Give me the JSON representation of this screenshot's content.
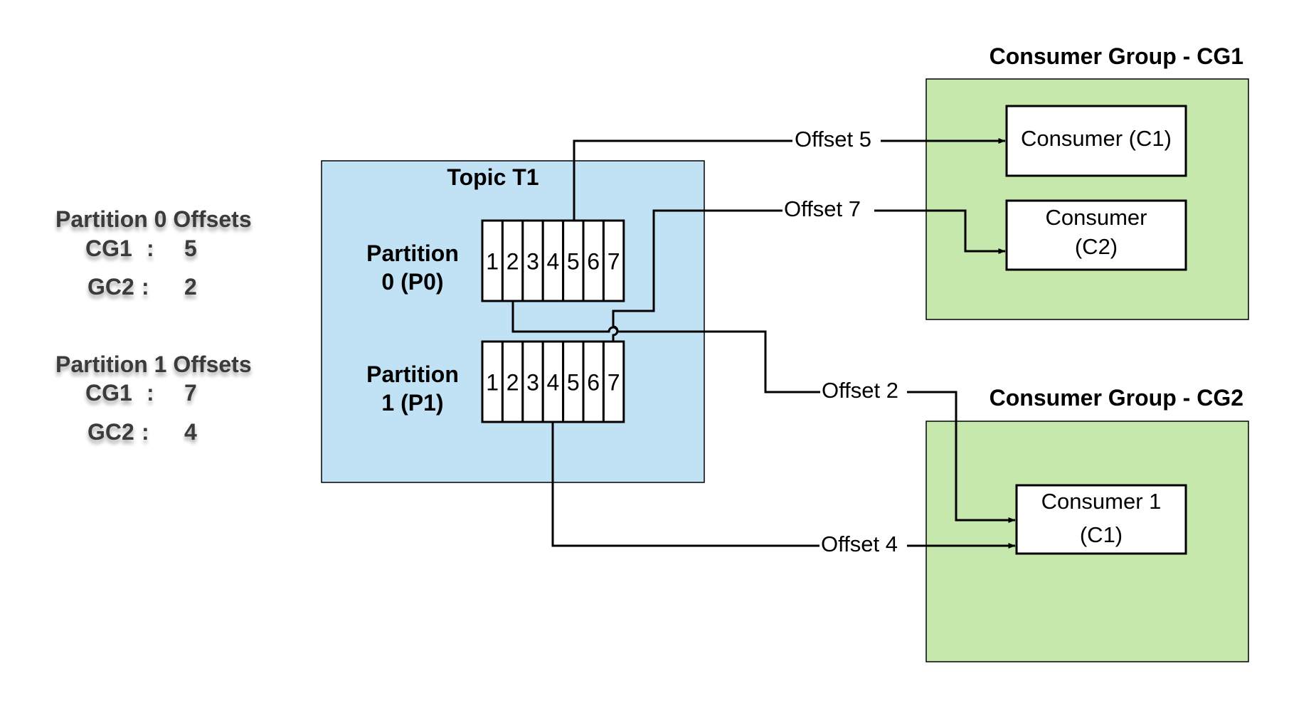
{
  "colors": {
    "topic_fill": "#c1e2f5",
    "group_fill": "#c6e8ad",
    "consumer_fill": "#ffffff",
    "line": "#000000",
    "side_text": "#3b3b3b"
  },
  "offset_summary": [
    {
      "title": "Partition 0 Offsets",
      "rows": [
        {
          "group": "CG1",
          "sep": ":",
          "value": "5"
        },
        {
          "group": "GC2",
          "sep": ":",
          "value": "2"
        }
      ]
    },
    {
      "title": "Partition 1 Offsets",
      "rows": [
        {
          "group": "CG1",
          "sep": ":",
          "value": "7"
        },
        {
          "group": "GC2",
          "sep": ":",
          "value": "4"
        }
      ]
    }
  ],
  "topic": {
    "title": "Topic T1",
    "partitions": [
      {
        "label_line1": "Partition",
        "label_line2": "0 (P0)",
        "cells": [
          "1",
          "2",
          "3",
          "4",
          "5",
          "6",
          "7"
        ]
      },
      {
        "label_line1": "Partition",
        "label_line2": "1 (P1)",
        "cells": [
          "1",
          "2",
          "3",
          "4",
          "5",
          "6",
          "7"
        ]
      }
    ]
  },
  "consumer_groups": [
    {
      "title": "Consumer Group - CG1",
      "consumers": [
        {
          "line1": "Consumer (C1)",
          "line2": ""
        },
        {
          "line1": "Consumer",
          "line2": "(C2)"
        }
      ]
    },
    {
      "title": "Consumer Group - CG2",
      "consumers": [
        {
          "line1": "Consumer 1",
          "line2": "(C1)"
        }
      ]
    }
  ],
  "connections": [
    {
      "label": "Offset 5",
      "from": "P0 message 5",
      "to": "CG1 Consumer (C1)"
    },
    {
      "label": "Offset 7",
      "from": "P1 message 7",
      "to": "CG1 Consumer (C2)"
    },
    {
      "label": "Offset 2",
      "from": "P0 message 2",
      "to": "CG2 Consumer 1 (C1)"
    },
    {
      "label": "Offset 4",
      "from": "P1 message 4",
      "to": "CG2 Consumer 1 (C1)"
    }
  ]
}
